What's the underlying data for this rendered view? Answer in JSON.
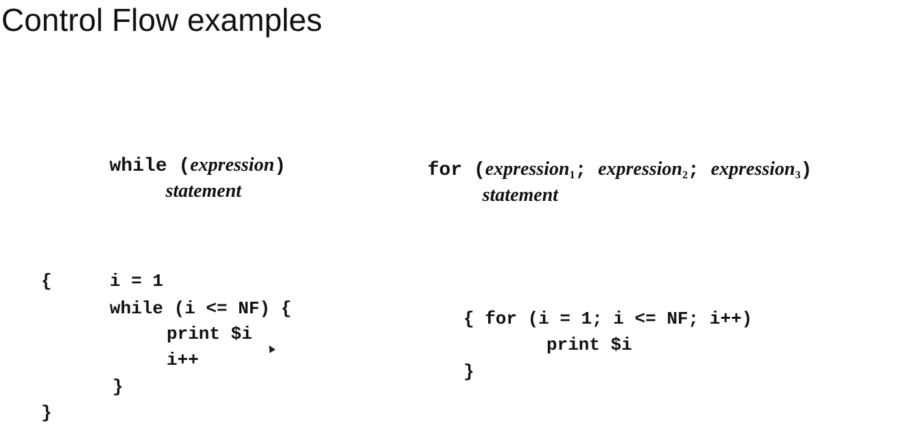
{
  "title": "Control Flow examples",
  "while_syntax": {
    "keyword": "while",
    "open_paren": "(",
    "expression": "expression",
    "close_paren": ")",
    "statement": "statement"
  },
  "for_syntax": {
    "keyword": "for",
    "open_paren": "(",
    "expr1": "expression",
    "sub1": "1",
    "sep1": ";",
    "expr2": "expression",
    "sub2": "2",
    "sep2": ";",
    "expr3": "expression",
    "sub3": "3",
    "close_paren": ")",
    "statement": "statement"
  },
  "while_example": {
    "lines": [
      "{",
      "i = 1",
      "while (i <= NF) {",
      "print $i",
      "i++",
      "}",
      "}"
    ]
  },
  "for_example": {
    "lines": [
      "{ for (i = 1; i <= NF; i++)",
      "print $i",
      "}"
    ]
  }
}
